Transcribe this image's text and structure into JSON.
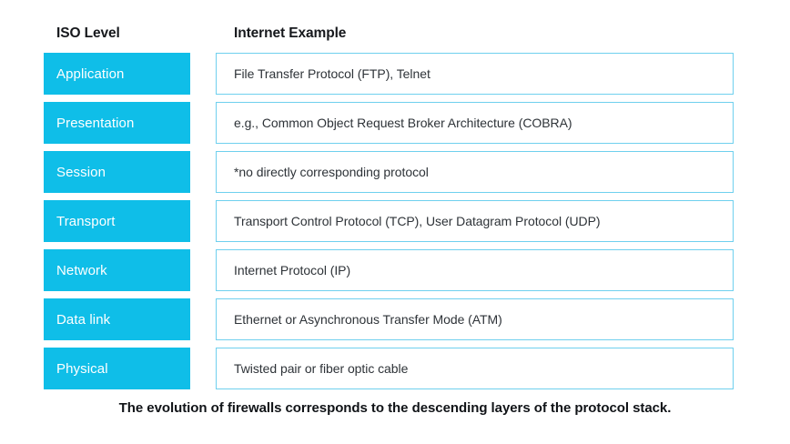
{
  "table": {
    "headers": {
      "level": "ISO Level",
      "example": "Internet Example"
    },
    "rows": [
      {
        "level": "Application",
        "example": "File Transfer Protocol (FTP), Telnet"
      },
      {
        "level": "Presentation",
        "example": "e.g., Common Object Request Broker Architecture (COBRA)"
      },
      {
        "level": "Session",
        "example": "*no directly corresponding protocol"
      },
      {
        "level": "Transport",
        "example": "Transport Control Protocol (TCP), User Datagram Protocol (UDP)"
      },
      {
        "level": "Network",
        "example": "Internet Protocol (IP)"
      },
      {
        "level": "Data link",
        "example": "Ethernet or Asynchronous Transfer Mode (ATM)"
      },
      {
        "level": "Physical",
        "example": "Twisted pair or fiber optic cable"
      }
    ]
  },
  "caption": "The evolution of firewalls corresponds to the descending layers of the protocol stack.",
  "colors": {
    "level_fill": "#0FBEE8",
    "level_text": "#FFFFFF",
    "example_border": "#6FD0EE",
    "example_text": "#2E3338",
    "background": "#FFFFFF",
    "heading_text": "#16181C",
    "caption_text": "#101317"
  }
}
